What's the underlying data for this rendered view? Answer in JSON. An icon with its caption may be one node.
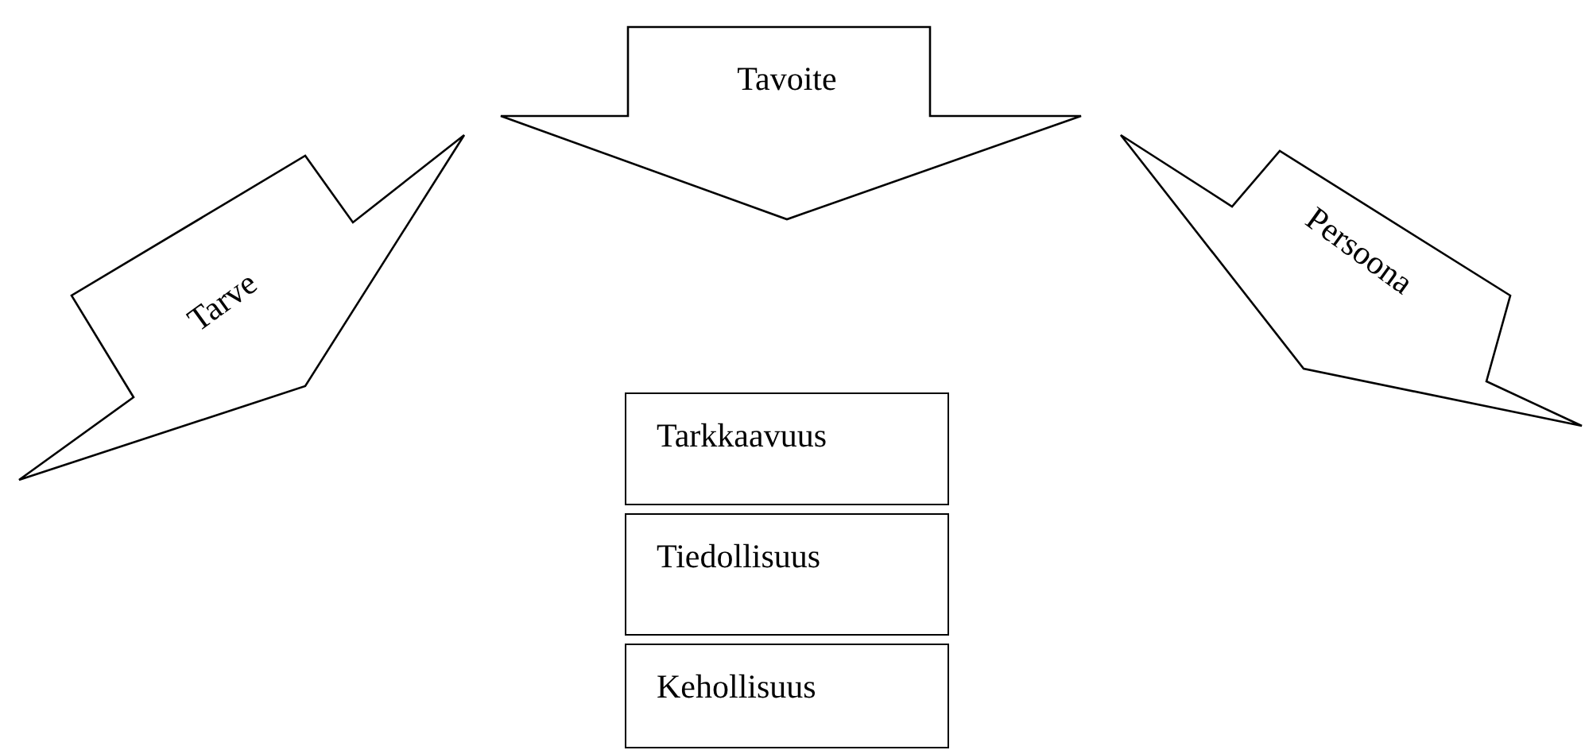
{
  "diagram": {
    "nodes": [
      {
        "text": [
          "Tarve"
        ]
      },
      {
        "text": [
          "Tavoite"
        ]
      },
      {
        "text": [
          "Persoona"
        ]
      },
      {
        "text": [
          "Tarkkaavuus"
        ]
      },
      {
        "text": [
          "Tiedollisuus"
        ]
      },
      {
        "text": [
          "Kehollisuus"
        ]
      }
    ]
  }
}
